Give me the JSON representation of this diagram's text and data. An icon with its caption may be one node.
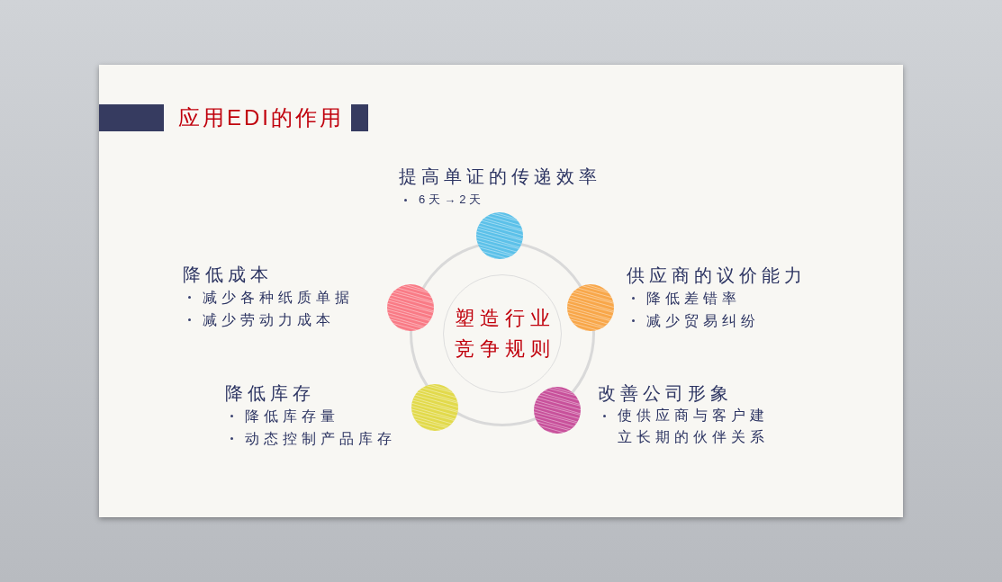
{
  "diagram": {
    "title": "应用EDI的作用",
    "nodes": [
      {
        "text": [
          "塑造行业竞争规则"
        ]
      },
      {
        "text": [],
        "shape": "circle",
        "beside": [
          "提高单证的传递效率",
          "6天→2天"
        ]
      },
      {
        "text": [],
        "shape": "circle",
        "beside": [
          "降低成本",
          "减少各种纸质单据",
          "减少劳动力成本"
        ]
      },
      {
        "text": [],
        "shape": "circle",
        "beside": [
          "供应商的议价能力",
          "降低差错率",
          "减少贸易纠纷"
        ]
      },
      {
        "text": [],
        "shape": "circle",
        "beside": [
          "降低库存",
          "降低库存量",
          "动态控制产品库存"
        ]
      },
      {
        "text": [],
        "shape": "circle",
        "beside": [
          "改善公司形象",
          "使供应商与客户建立长期的伙伴关系"
        ]
      }
    ]
  }
}
